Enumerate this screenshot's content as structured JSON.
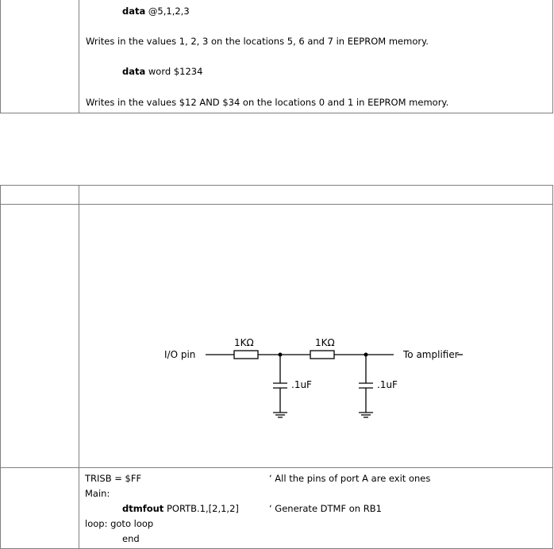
{
  "table1": {
    "line1_keyword": "data",
    "line1_rest": " @5,1,2,3",
    "desc1": "Writes in the values 1, 2, 3 on the locations 5, 6 and 7 in EEPROM memory.",
    "line2_keyword": "data",
    "line2_rest": " word $1234",
    "desc2": "Writes in the values $12 AND $34 on the locations 0 and 1 in EEPROM memory."
  },
  "circuit": {
    "io_label": "I/O pin",
    "r1_label": "1KΩ",
    "r2_label": "1KΩ",
    "c1_label": ".1uF",
    "c2_label": ".1uF",
    "out_label": "To amplifier"
  },
  "code": {
    "l1_code": "TRISB = $FF",
    "l1_comment": "‘ All the pins of port A are exit ones",
    "l2": "Main:",
    "l3_keyword": "dtmfout",
    "l3_rest": " PORTB.1,[2,1,2]",
    "l3_comment": "‘ Generate DTMF on RB1",
    "l4": "loop: goto loop",
    "l5": "end"
  }
}
